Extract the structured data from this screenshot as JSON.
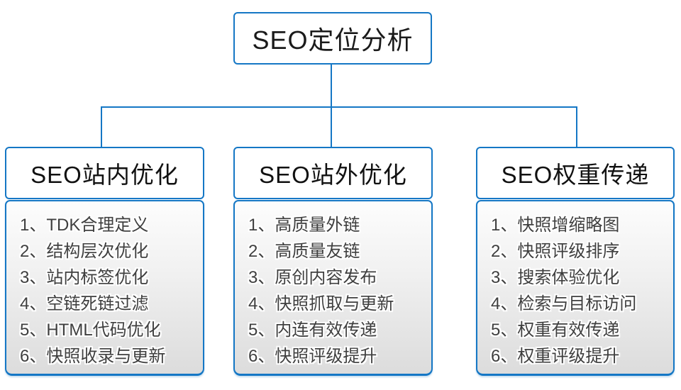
{
  "root": {
    "title": "SEO定位分析"
  },
  "columns": [
    {
      "title": "SEO站内优化",
      "items": [
        "1、TDK合理定义",
        "2、结构层次优化",
        "3、站内标签优化",
        "4、空链死链过滤",
        "5、HTML代码优化",
        "6、快照收录与更新"
      ]
    },
    {
      "title": "SEO站外优化",
      "items": [
        "1、高质量外链",
        "2、高质量友链",
        "3、原创内容发布",
        "4、快照抓取与更新",
        "5、内连有效传递",
        "6、快照评级提升"
      ]
    },
    {
      "title": "SEO权重传递",
      "items": [
        "1、快照增缩略图",
        "2、快照评级排序",
        "3、搜索体验优化",
        "4、检索与目标访问",
        "5、权重有效传递",
        "6、权重评级提升"
      ]
    }
  ],
  "colors": {
    "accent": "#1577c5",
    "item_text": "#3f3f3f",
    "header_text": "#111111",
    "body_gradient_top": "#fdfdfd",
    "body_gradient_bottom": "#dcdcdc"
  }
}
